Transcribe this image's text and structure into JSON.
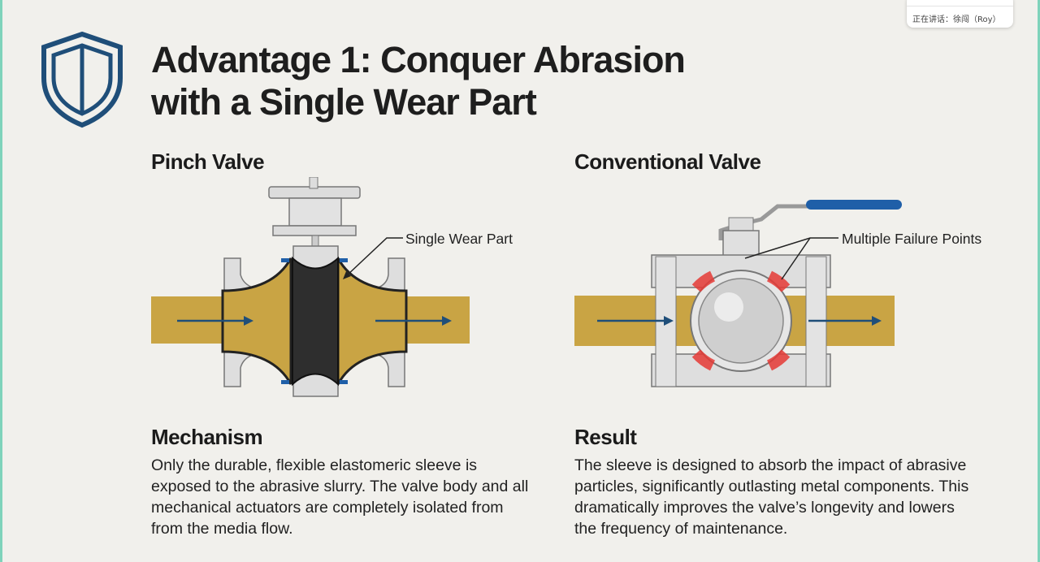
{
  "slide": {
    "title_line1": "Advantage 1: Conquer Abrasion",
    "title_line2": "with a Single Wear Part",
    "left": {
      "heading": "Pinch Valve",
      "callout": "Single Wear Part",
      "section_title": "Mechanism",
      "section_text": "Only the durable, flexible elastomeric sleeve is exposed to the abrasive slurry. The valve body and all mechanical actuators are completely isolated from from the media flow."
    },
    "right": {
      "heading": "Conventional Valve",
      "callout": "Multiple Failure Points",
      "section_title": "Result",
      "section_text": "The sleeve is designed to absorb the impact of abrasive particles, significantly outlasting metal components. This dramatically improves the valve’s longevity and lowers the frequency of maintenance."
    }
  },
  "speaker_popup": {
    "text": "正在讲话：徐闯（Roy）"
  },
  "colors": {
    "accent": "#1f4e79",
    "slurry": "#c9a444",
    "failure": "#e53935",
    "handle": "#1f5fa8"
  }
}
